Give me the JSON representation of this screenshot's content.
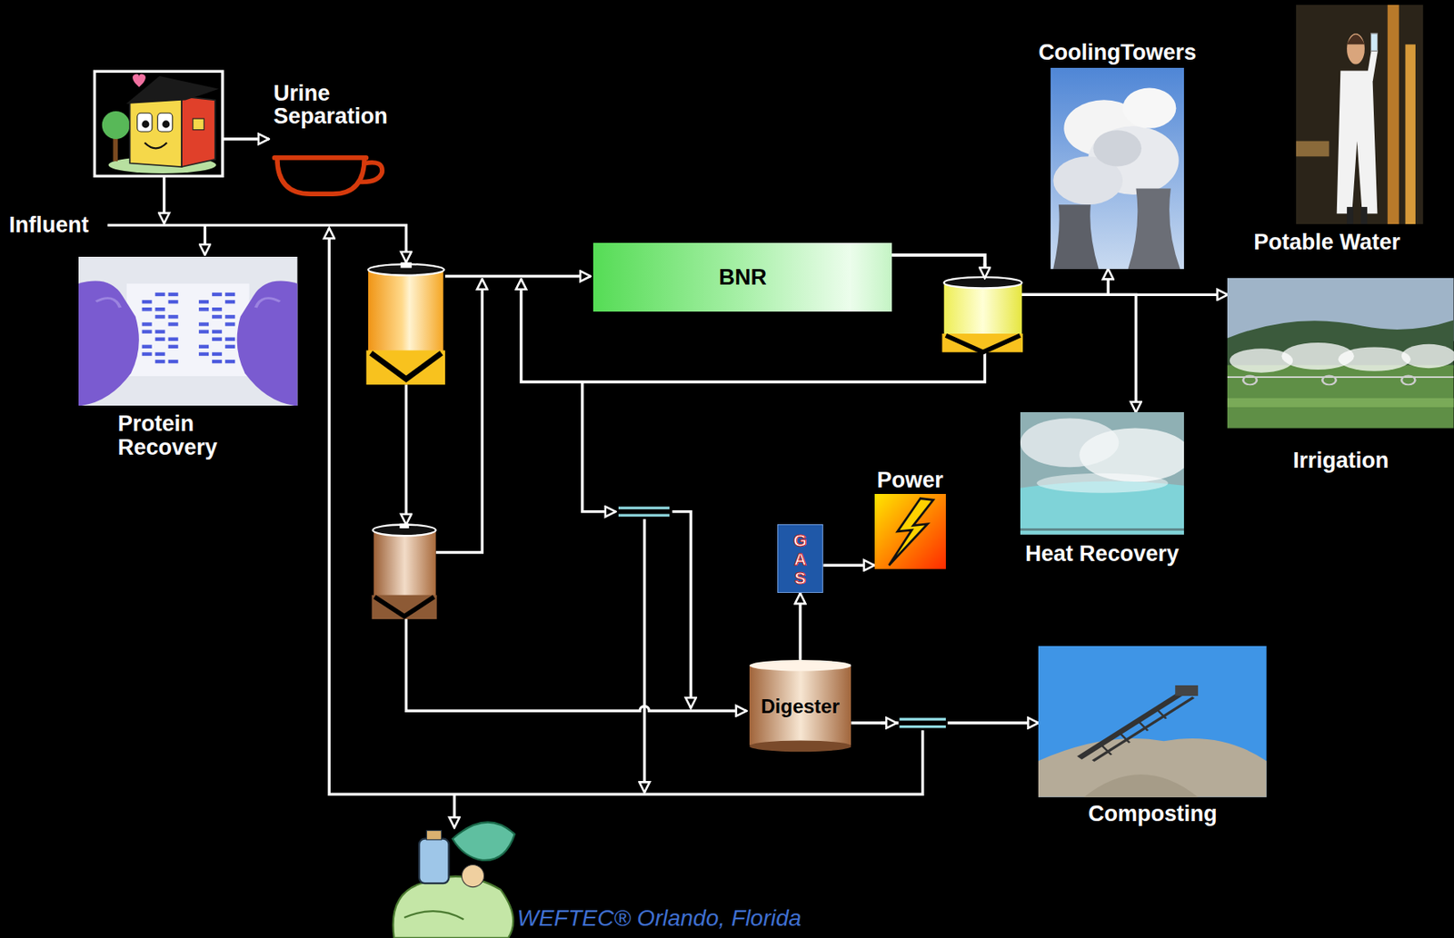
{
  "diagram": {
    "nodes": [
      {
        "text": [
          "Urine Separation"
        ]
      },
      {
        "text": [
          "Protein Recovery"
        ]
      },
      {
        "text": [
          "BNR"
        ]
      },
      {
        "text": [
          "CoolingTowers"
        ]
      },
      {
        "text": [
          "Potable Water"
        ]
      },
      {
        "text": [
          "Irrigation"
        ]
      },
      {
        "text": [
          "Heat Recovery"
        ]
      },
      {
        "text": [
          "Power"
        ]
      },
      {
        "text": [
          "GAS"
        ]
      },
      {
        "text": [
          "Digester"
        ]
      },
      {
        "text": [
          "Composting"
        ]
      }
    ],
    "edges": [
      {
        "from": 2,
        "to": 3,
        "arrow": "to"
      },
      {
        "from": 2,
        "to": 6,
        "arrow": "to"
      },
      {
        "from": 2,
        "to": 5,
        "arrow": "to"
      },
      {
        "from": 9,
        "to": 8,
        "arrow": "to"
      },
      {
        "from": 8,
        "to": 7,
        "arrow": "to"
      },
      {
        "from": 9,
        "to": 10,
        "arrow": "to"
      }
    ],
    "labels": [
      "Influent",
      "WEFTEC® Orlando, Florida"
    ]
  }
}
